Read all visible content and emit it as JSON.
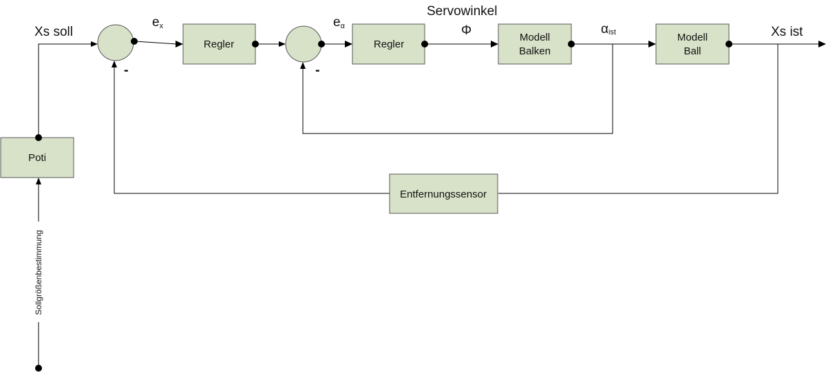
{
  "blocks": {
    "poti": "Poti",
    "regler_outer": "Regler",
    "regler_inner": "Regler",
    "modell_balken_line1": "Modell",
    "modell_balken_line2": "Balken",
    "modell_ball_line1": "Modell",
    "modell_ball_line2": "Ball",
    "sensor": "Entfernungssensor"
  },
  "labels": {
    "xs_soll": "Xs soll",
    "xs_ist": "Xs ist",
    "servowinkel": "Servowinkel",
    "phi": "Φ",
    "e_x_base": "e",
    "e_x_sub": "x",
    "e_alpha_base": "e",
    "e_alpha_sub": "α",
    "alpha_ist_base": "α",
    "alpha_ist_sub": "ist",
    "minus_outer": "-",
    "minus_inner": "-",
    "sollgroesse": "Sollgrößenbestimmung"
  }
}
